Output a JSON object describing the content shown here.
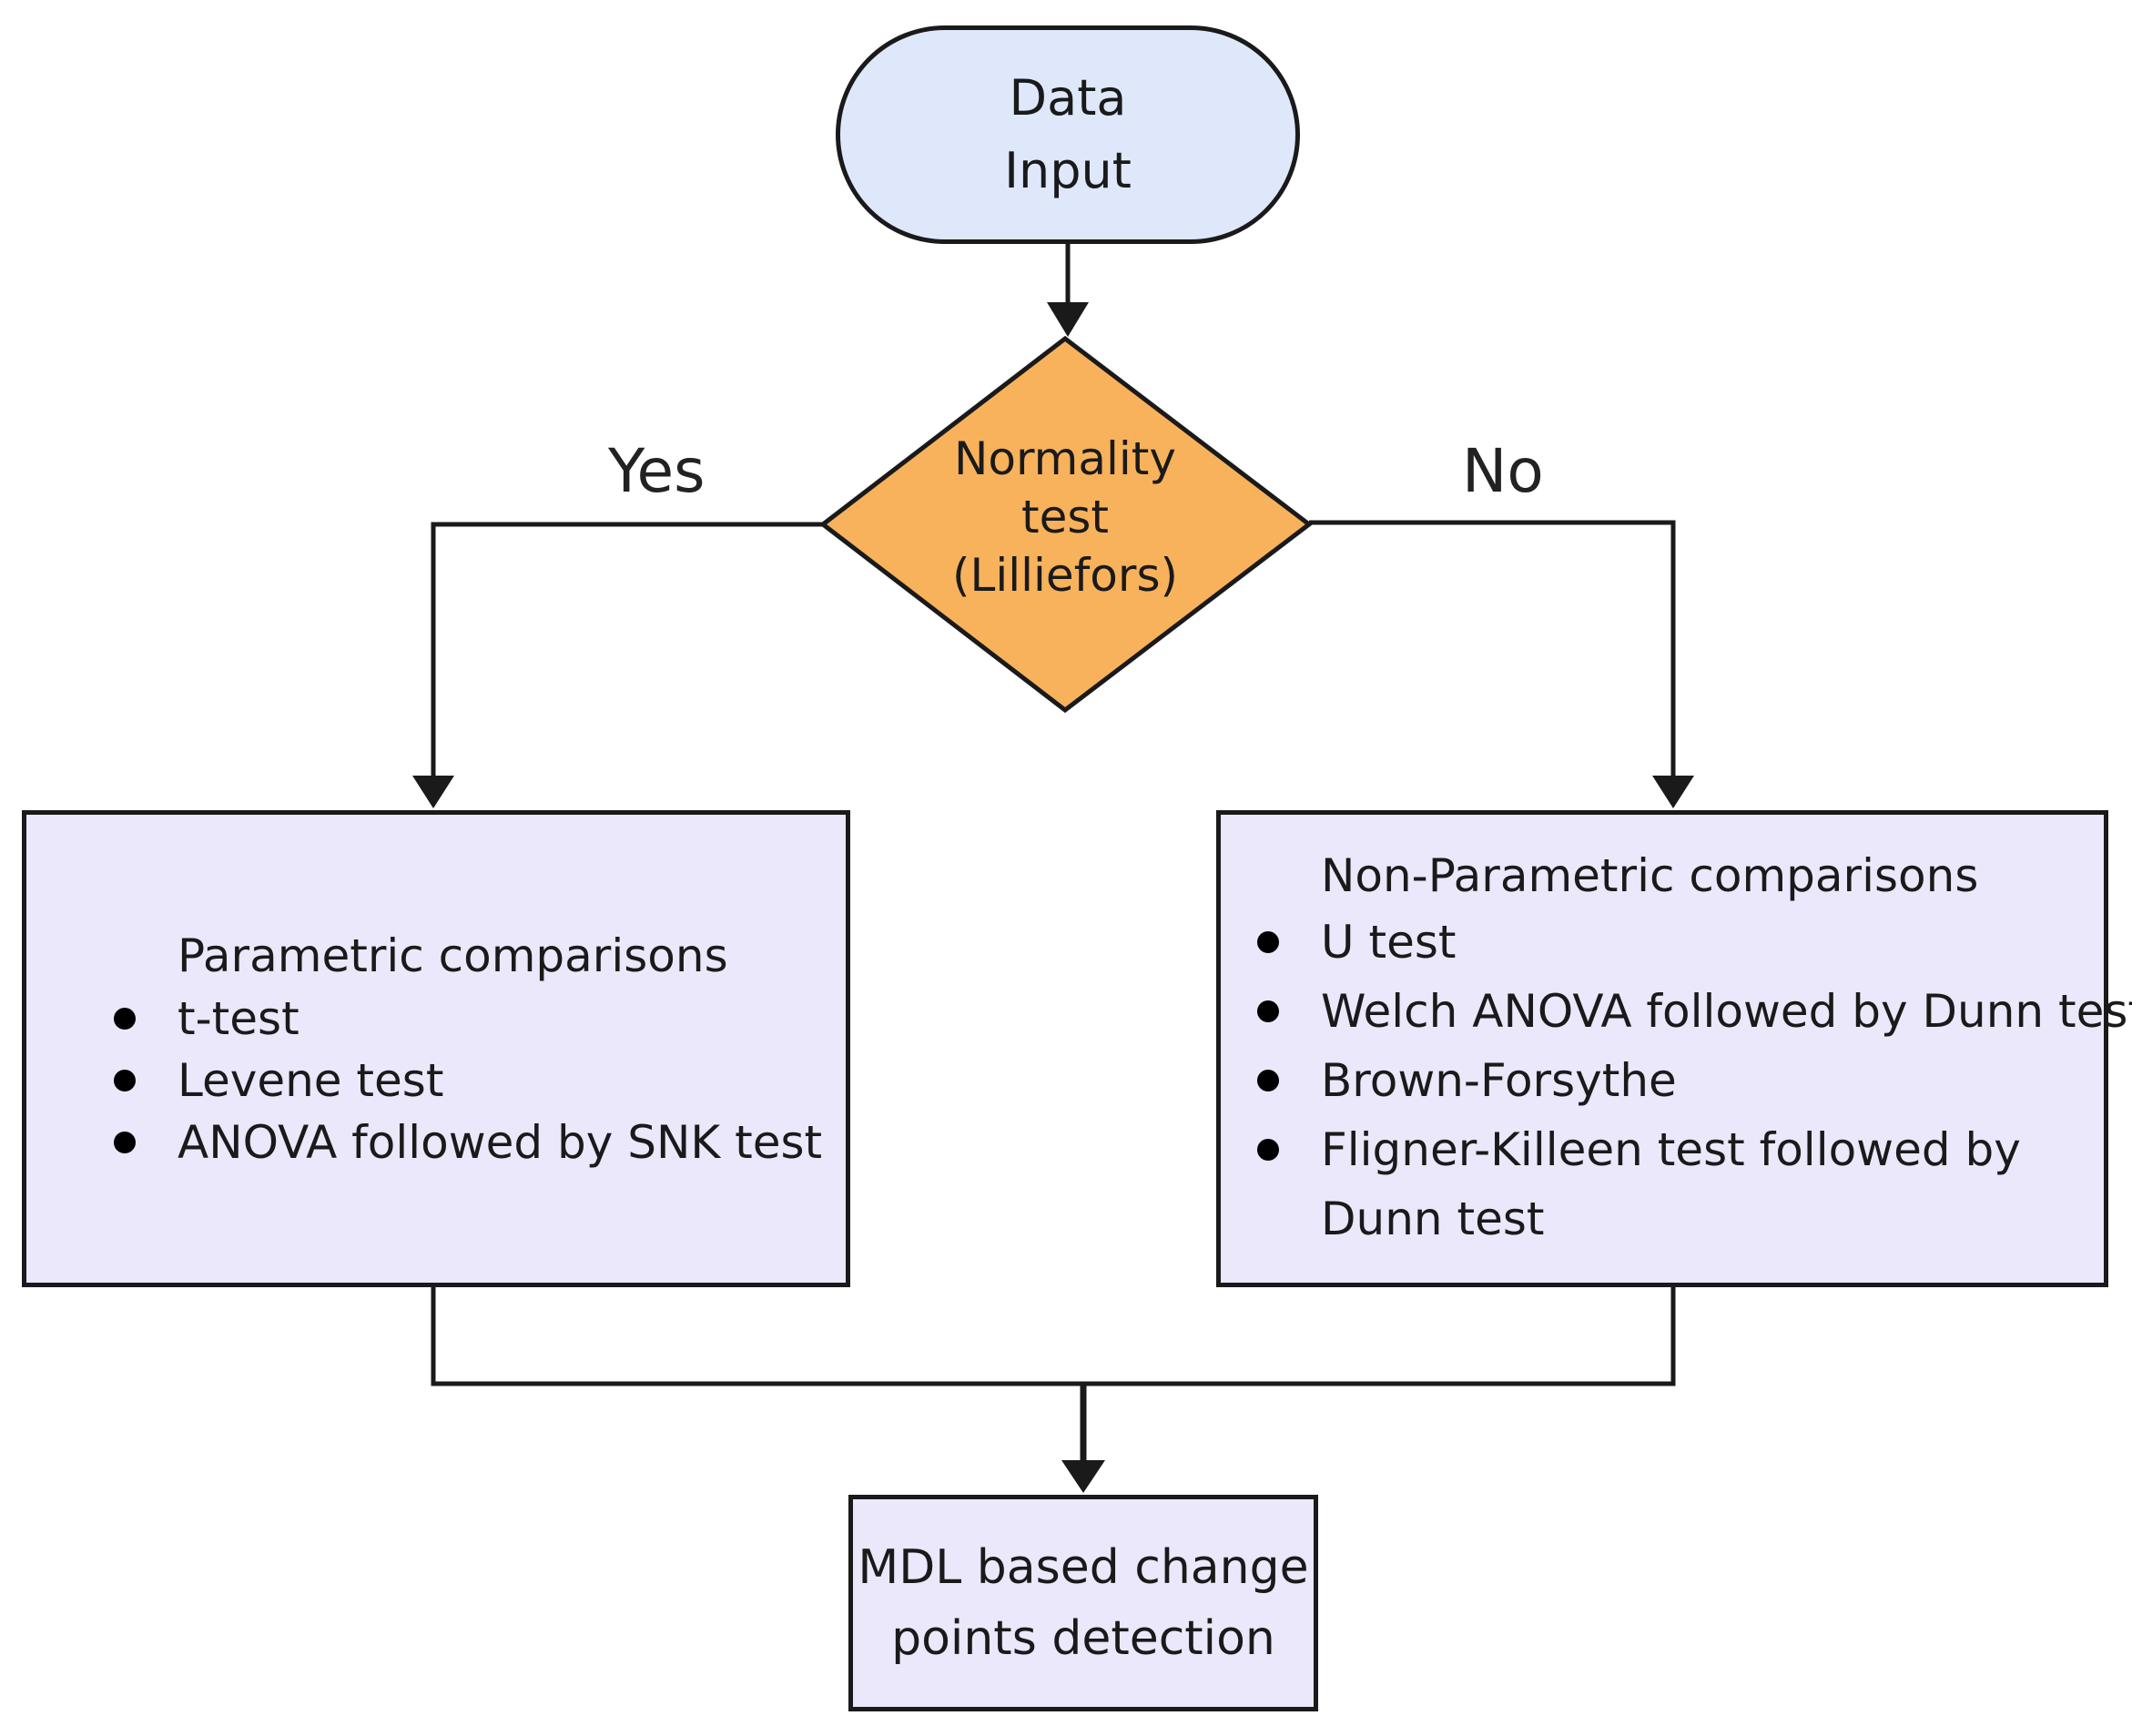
{
  "nodes": {
    "start": {
      "lines": [
        "Data",
        "Input"
      ]
    },
    "decision": {
      "lines": [
        "Normality",
        "test",
        "(Lilliefors)"
      ]
    },
    "parametric": {
      "title": "Parametric  comparisons",
      "items": [
        "t-test",
        "Levene test",
        "ANOVA followed by SNK test"
      ]
    },
    "nonparametric": {
      "title": "Non-Parametric comparisons",
      "items": [
        "U test",
        "Welch ANOVA followed by Dunn test",
        "Brown-Forsythe",
        "Fligner-Killeen test followed by Dunn test"
      ]
    },
    "output": {
      "lines": [
        "MDL based change",
        "points detection"
      ]
    }
  },
  "branches": {
    "yes": "Yes",
    "no": "No"
  },
  "colors": {
    "start_fill": "#dfe8fb",
    "decision_fill": "#f8b25c",
    "box_fill": "#ebe8fb",
    "stroke": "#1a1a1a"
  }
}
